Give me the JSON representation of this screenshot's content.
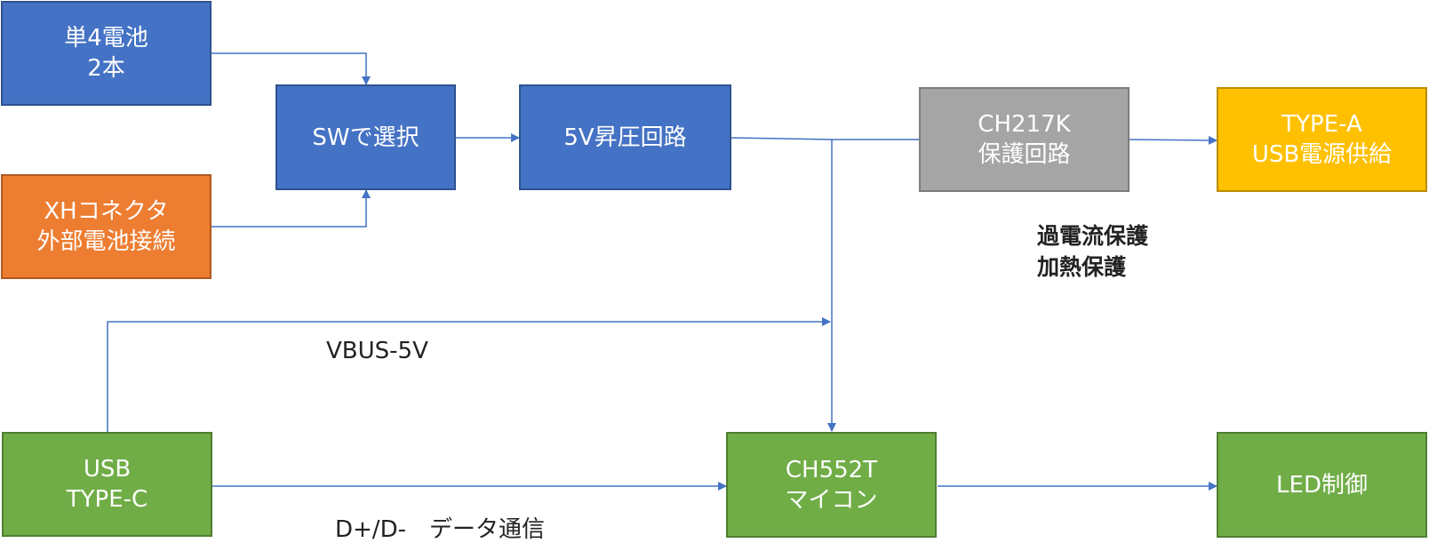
{
  "blocks": {
    "battery": {
      "line1": "単4電池",
      "line2": "2本",
      "color": "#4472c4"
    },
    "xh": {
      "line1": "XHコネクタ",
      "line2": "外部電池接続",
      "color": "#ed7d31"
    },
    "sw": {
      "line1": "SWで選択",
      "color": "#4472c4"
    },
    "boost": {
      "line1": "5V昇圧回路",
      "color": "#4472c4"
    },
    "ch217k": {
      "line1": "CH217K",
      "line2": "保護回路",
      "color": "#a5a5a5"
    },
    "typea": {
      "line1": "TYPE-A",
      "line2": "USB電源供給",
      "color": "#ffc000"
    },
    "usbc": {
      "line1": "USB",
      "line2": "TYPE-C",
      "color": "#70ad47"
    },
    "mcu": {
      "line1": "CH552T",
      "line2": "マイコン",
      "color": "#70ad47"
    },
    "led": {
      "line1": "LED制御",
      "color": "#70ad47"
    }
  },
  "annotations": {
    "protection_line1": "過電流保護",
    "protection_line2": "加熱保護",
    "vbus": "VBUS-5V",
    "data": "D+/D-　データ通信"
  },
  "connector_color": "#4472c4"
}
